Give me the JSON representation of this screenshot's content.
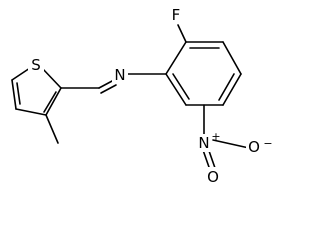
{
  "atoms": {
    "fluorine": "F",
    "sulfur": "S",
    "imine_nitrogen": "N",
    "nitro_nitrogen": "N",
    "nitro_nitrogen_charge": "+",
    "nitro_oxygen_double": "O",
    "nitro_oxygen_single": "O",
    "nitro_oxygen_charge": "−"
  }
}
